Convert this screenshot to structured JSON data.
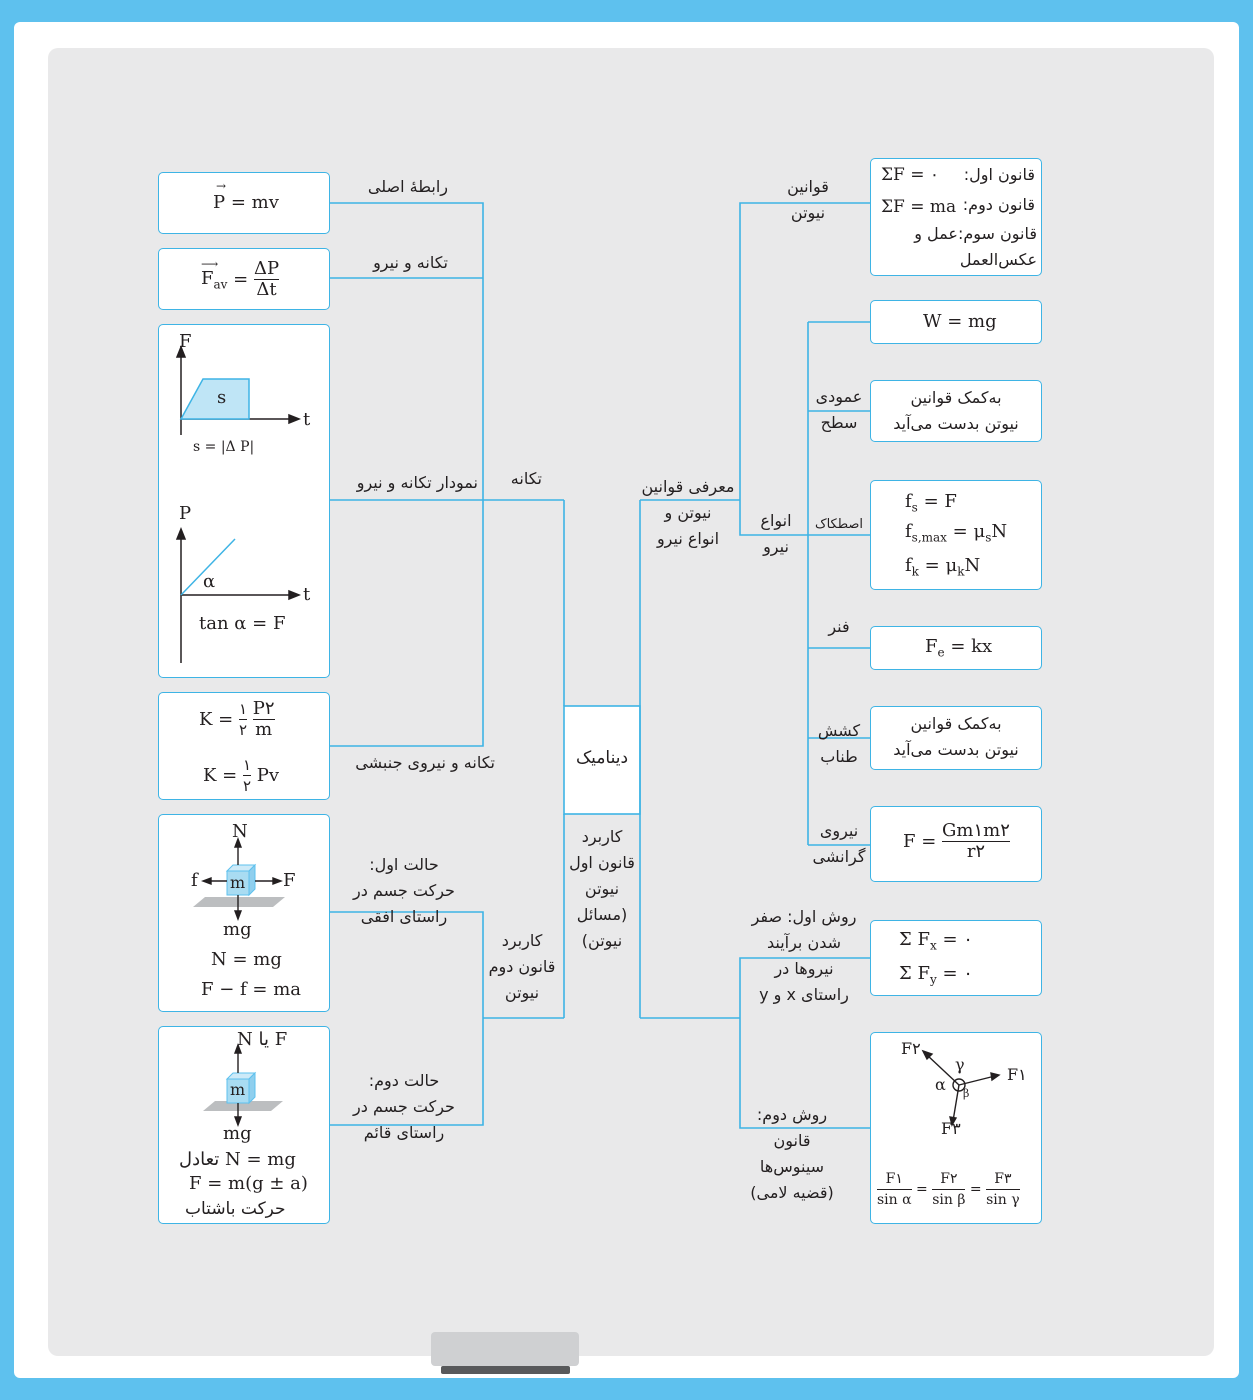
{
  "colors": {
    "frame": "#5ec1ee",
    "line": "#3eb4e5",
    "board": "#e9e9ea",
    "text": "#231f20",
    "block": "#a9dcf2"
  },
  "center": {
    "label": "دینامیک"
  },
  "left": {
    "impulse": "تکانه",
    "main_relation": "رابطهٔ اصلی",
    "impulse_force": "تکانه و نیرو",
    "impulse_graph": "نمودار تکانه و نیرو",
    "impulse_ke": "تکانه و نیروی جنبشی",
    "second_law": "کاربرد\nقانون دوم\nنیوتن",
    "apply_first": "کاربرد\nقانون اول\nنیوتن\n(مسائل\nنیوتن)",
    "case1": "حالت اول:\nحرکت جسم در\nراستای افقی",
    "case2": "حالت دوم:\nحرکت جسم در\nراستای قائم"
  },
  "right": {
    "intro": "معرفی قوانین\nنیوتن و\nانواع نیرو",
    "newton_laws": "قوانین\nنیوتن",
    "force_types": "انواع\nنیرو",
    "normal": "عمودی\nسطح",
    "friction": "اصطکاک",
    "spring": "فنر",
    "tension": "کشش\nطناب",
    "gravity": "نیروی\nگرانشی",
    "method1": "روش اول: صفر\nشدن برآیند\nنیروها در\nراستای x و y",
    "method2": "روش دوم:\nقانون\nسینوس‌ها\n(قضیه لامی)"
  },
  "boxes": {
    "laws_first": "قانون اول:",
    "laws_first_eq": "ΣF = ۰",
    "laws_second": "قانون دوم:",
    "laws_second_eq": "ΣF = ma",
    "laws_third": "قانون سوم:عمل و\nعکس‌العمل",
    "weight": "W = mg",
    "normal_text": "به‌کمک قوانین\nنیوتن بدست می‌آید",
    "tension_text": "به‌کمک قوانین\nنیوتن بدست می‌آید",
    "momentum_P": "P",
    "momentum_eq": "= mv",
    "fav_lhs": "F",
    "fav_sub": "av",
    "fav_num": "ΔP",
    "fav_den": "Δt",
    "graph_F": "F",
    "graph_t": "t",
    "graph_s": "s",
    "graph_s_eq": "s = |Δ P|",
    "graph_P": "P",
    "graph_alpha": "α",
    "graph_tan": "tan α = F",
    "ke_K1": "K =",
    "ke_half_n": "۱",
    "ke_half_d": "۲",
    "ke_P2_n": "P۲",
    "ke_m": "m",
    "ke_Pv": "Pv",
    "h_N": "N",
    "h_f": "f",
    "h_F": "F",
    "h_m": "m",
    "h_mg": "mg",
    "h_eq1": "N = mg",
    "h_eq2": "F − f = ma",
    "v_top": "F یا N",
    "v_m": "m",
    "v_mg": "mg",
    "v_eq1": "N = mg  تعادل",
    "v_eq2": "F = m(g ± a)",
    "v_eq3": "حرکت باشتاب",
    "spring_eq": "F",
    "spring_sub": "e",
    "spring_rhs": "= kx",
    "grav_lhs": "F =",
    "grav_num": "Gm۱m۲",
    "grav_den": "r۲",
    "sum_x": "Σ F",
    "sum_x_sub": "x",
    "sum_y": "Σ F",
    "sum_y_sub": "y",
    "sum_zero": "= ۰",
    "lami_F1": "F۱",
    "lami_F2": "F۲",
    "lami_F3": "F۳",
    "lami_alpha": "α",
    "lami_beta": "β",
    "lami_gamma": "γ",
    "lami_d1": "sin α",
    "lami_d2": "sin β",
    "lami_d3": "sin γ"
  }
}
